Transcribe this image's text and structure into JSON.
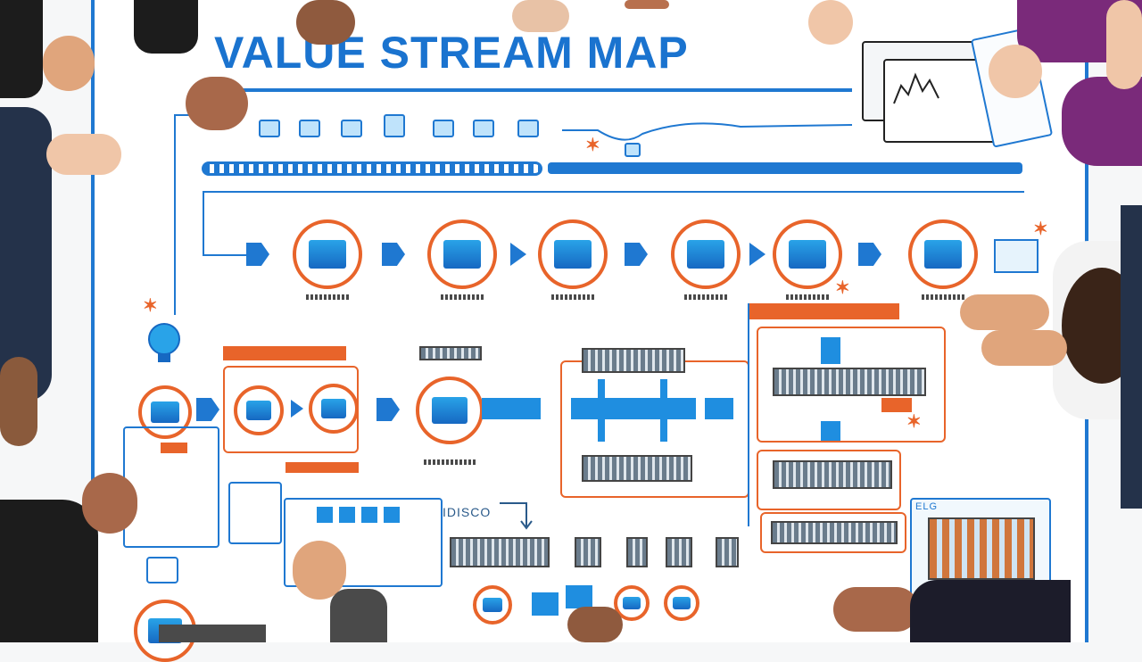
{
  "title": "VALUE STREAM MAP",
  "box_label": "IDISCO",
  "panel_label": "ELG",
  "colors": {
    "accent_blue": "#1f78d1",
    "accent_orange": "#e8642a",
    "background": "#ffffff"
  },
  "icons": [
    "process-icon",
    "push-arrow-icon",
    "lightbulb-icon",
    "sparkle-icon",
    "supplier-factory-icon"
  ]
}
